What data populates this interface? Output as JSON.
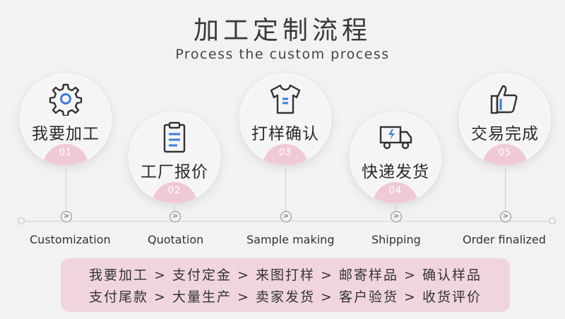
{
  "header": {
    "title": "加工定制流程",
    "subtitle": "Process the custom process"
  },
  "steps": [
    {
      "label": "我要加工",
      "number": "01",
      "en": "Customization",
      "icon": "gear-icon"
    },
    {
      "label": "工厂报价",
      "number": "02",
      "en": "Quotation",
      "icon": "clipboard-icon"
    },
    {
      "label": "打样确认",
      "number": "03",
      "en": "Sample making",
      "icon": "tshirt-icon"
    },
    {
      "label": "快递发货",
      "number": "04",
      "en": "Shipping",
      "icon": "truck-icon"
    },
    {
      "label": "交易完成",
      "number": "05",
      "en": "Order finalized",
      "icon": "thumbs-up-icon"
    }
  ],
  "timeline": {
    "arrow": ">"
  },
  "summary": {
    "line1": "我要加工 > 支付定金 > 来图打样 > 邮寄样品 > 确认样品",
    "line2": "支付尾款 > 大量生产 > 卖家发货 > 客户验货 > 收货评价"
  },
  "colors": {
    "accent_pink": "#efc9d3",
    "icon_blue": "#3f7ed8",
    "summary_bg": "#f0d6dc"
  }
}
